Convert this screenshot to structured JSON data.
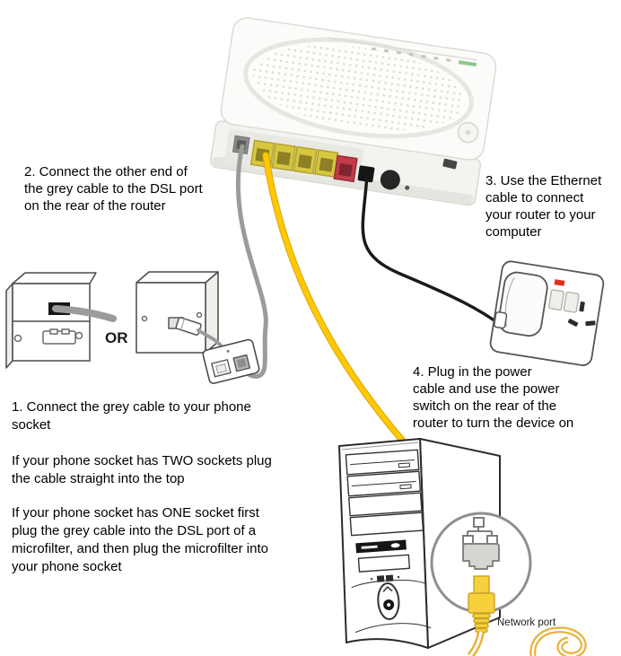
{
  "labels": {
    "or": "OR",
    "network_port": "Network port"
  },
  "steps": {
    "step1_lines": [
      "1. Connect the grey cable to your phone",
      "socket"
    ],
    "step2_lines": [
      "2. Connect the other end of",
      "the grey cable to the DSL port",
      "on the rear of the router"
    ],
    "step3_lines": [
      "3. Use the Ethernet",
      "cable to connect",
      "your router to your",
      "computer"
    ],
    "step4_lines": [
      "4. Plug in the power",
      "cable and use the power",
      "switch on the rear of the",
      "router to turn the device on"
    ],
    "note_two_lines": [
      "If your phone socket has TWO sockets plug",
      "the cable straight into the top"
    ],
    "note_one_lines": [
      "If your phone socket has ONE socket first",
      "plug the grey cable into the DSL port of a",
      "microfilter, and then plug the microfilter into",
      "your phone socket"
    ]
  },
  "colors": {
    "cable_yellow": "#FFC800",
    "cable_grey": "#9B9B99",
    "cable_black": "#1A1A1A",
    "ethernet_port_yellow": "#D8C73E",
    "dsl_port_grey": "#8B8B89",
    "wan_port_red": "#C23B49",
    "status_led_green": "#8CC88C",
    "power_led_red": "#E03020"
  }
}
